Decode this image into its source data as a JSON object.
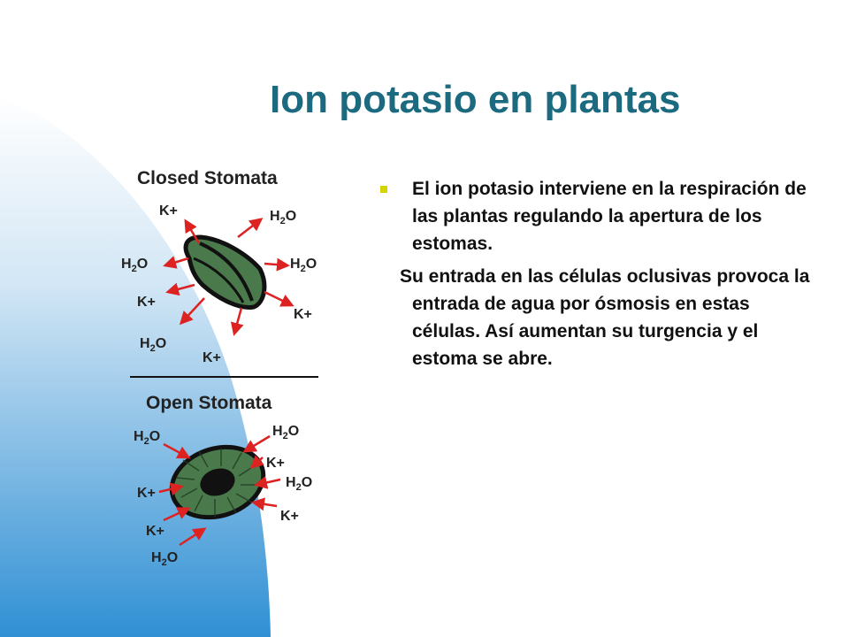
{
  "slide": {
    "title": "Ion potasio en plantas",
    "bullet_text": "El ion potasio interviene en la respiración de las plantas regulando la apertura de los estomas.",
    "paragraph_text": "Su entrada en las células oclusivas provoca la entrada de agua por ósmosis en estas células. Así aumentan su turgencia y el estoma se abre.",
    "bullet_color": "#d4d400",
    "title_color": "#1c6a80"
  },
  "diagram": {
    "closed_title": "Closed Stomata",
    "open_title": "Open Stomata",
    "ion_label": "K+",
    "water_label": "H",
    "water_sub": "2",
    "water_suffix": "O",
    "arrow_color": "#dd2222",
    "cell_color": "#4a7a4c"
  }
}
